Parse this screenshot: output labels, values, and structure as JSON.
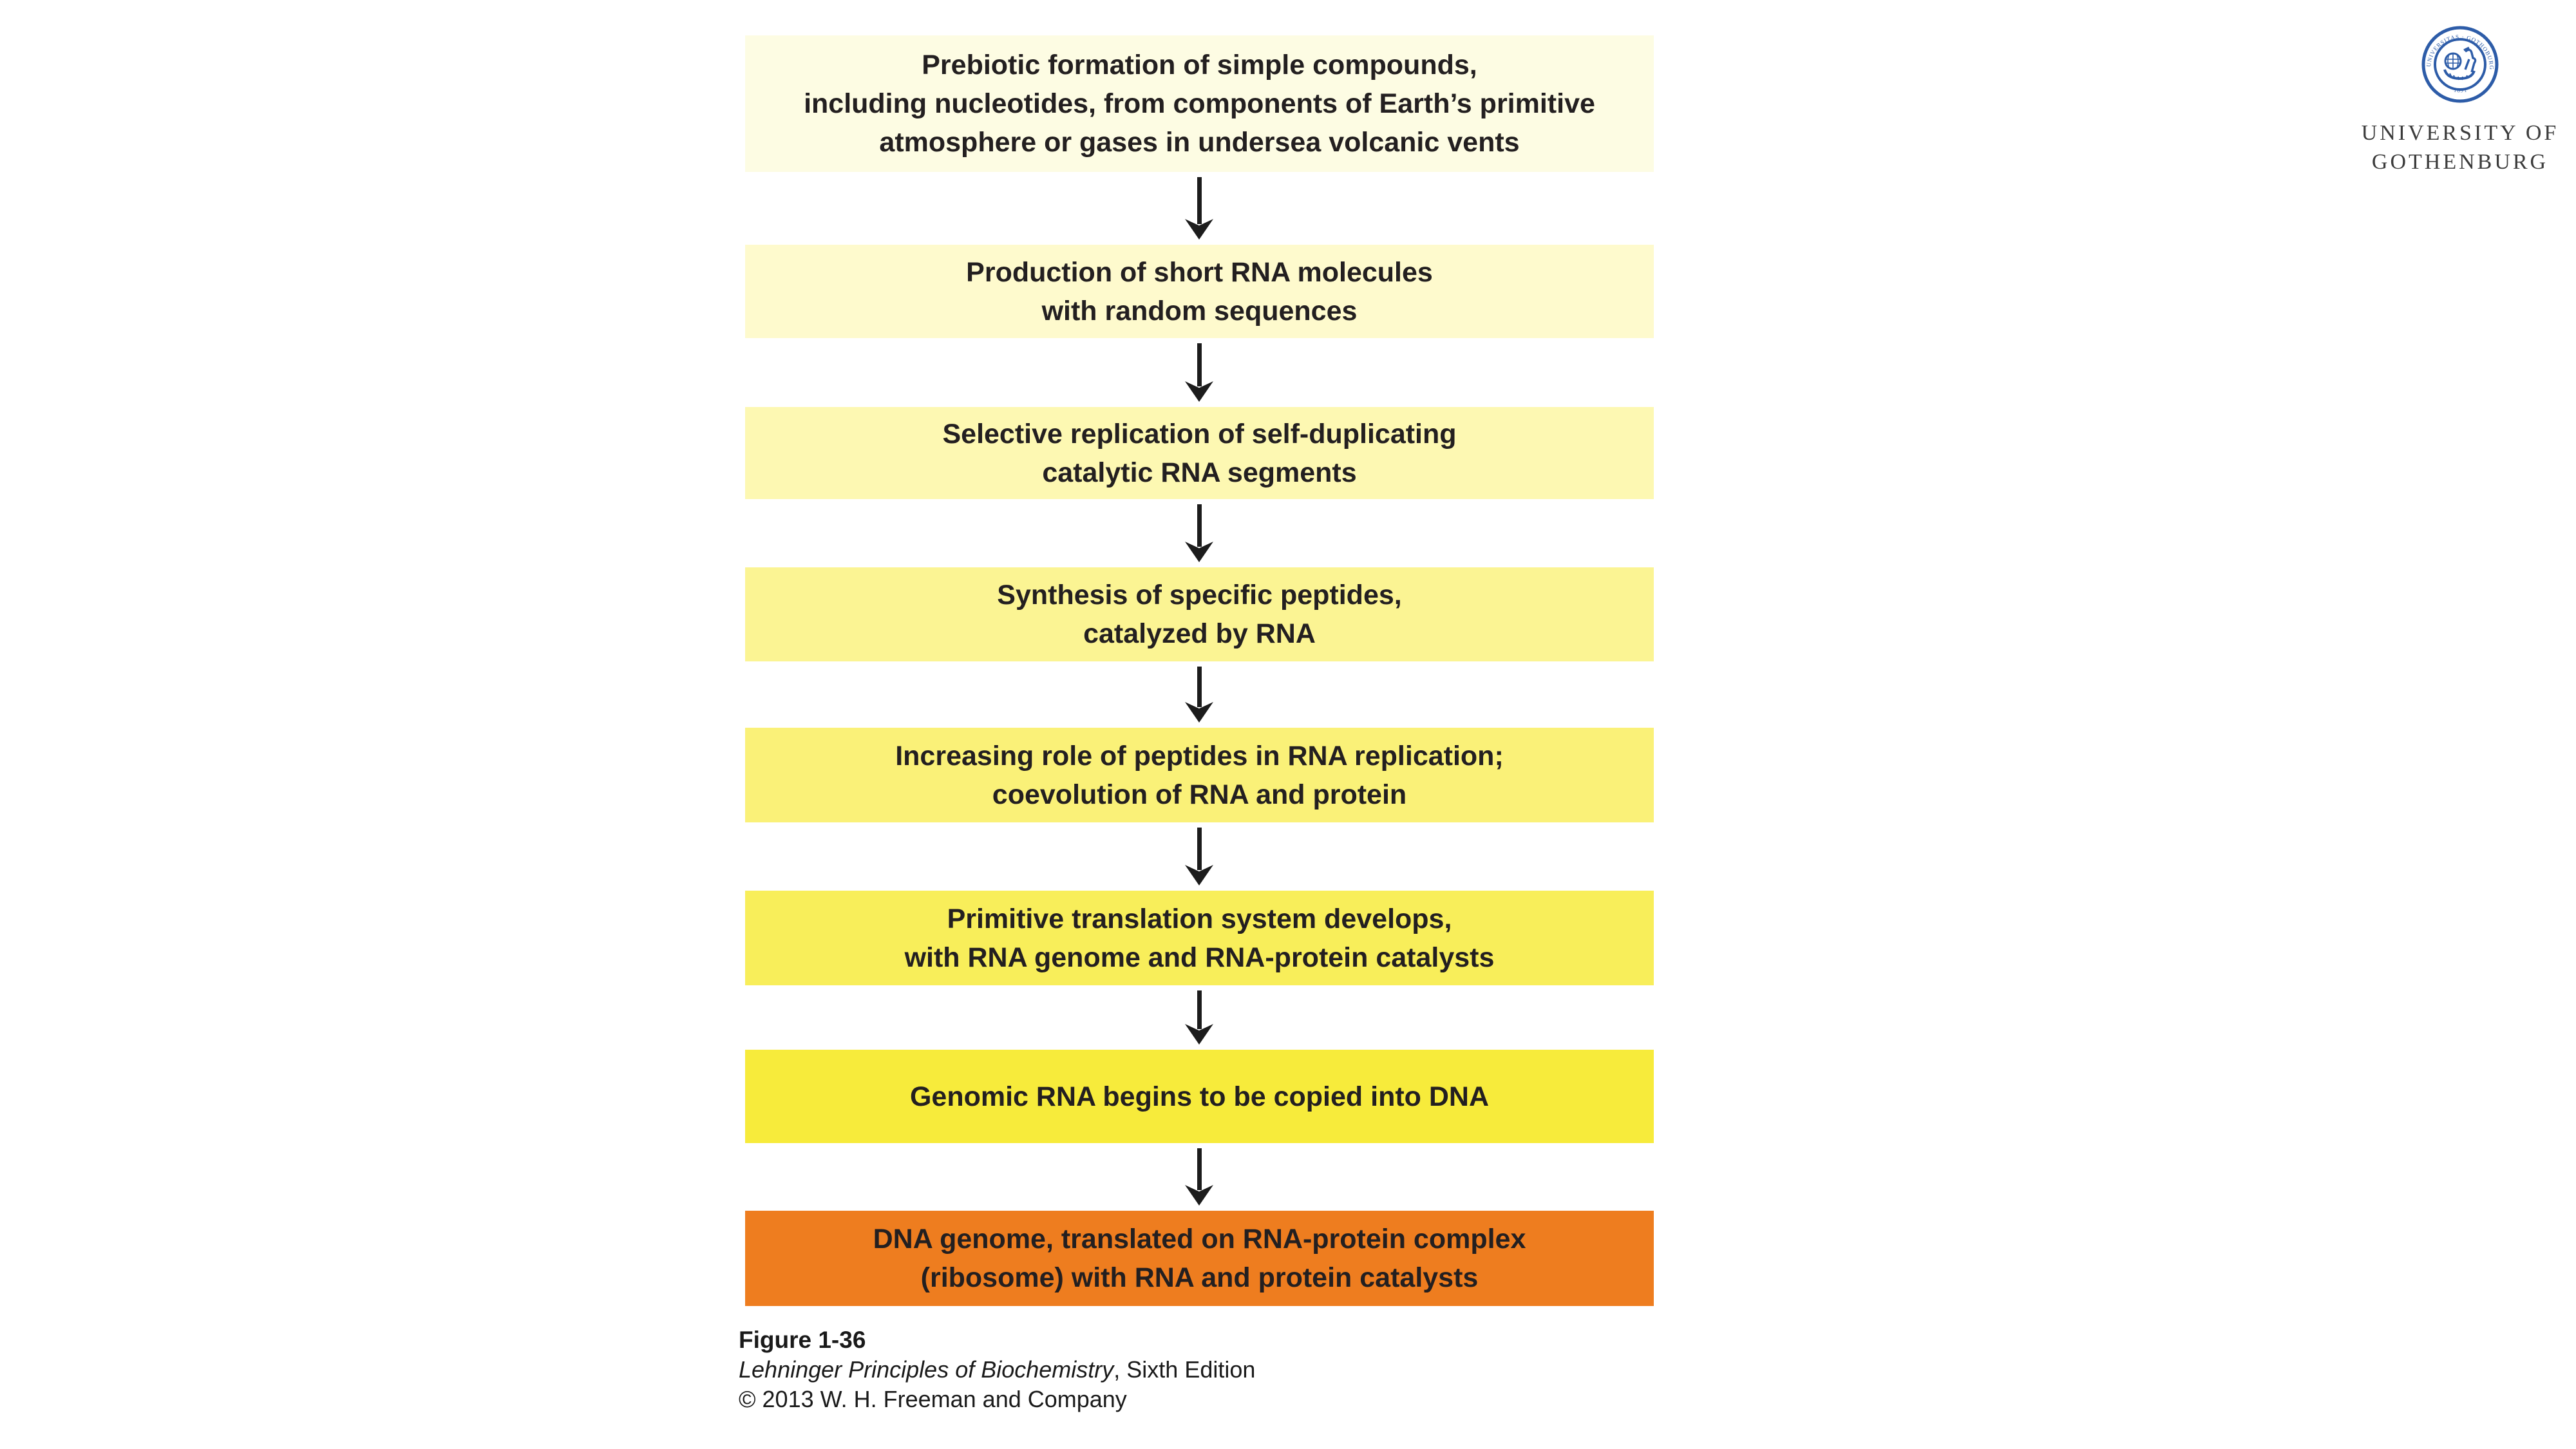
{
  "page": {
    "background": "#ffffff"
  },
  "flowchart": {
    "text_color": "#231f20",
    "arrow_color": "#1c1c1c",
    "steps": [
      {
        "label": "Prebiotic formation of simple compounds,\nincluding nucleotides, from components of Earth’s primitive\natmosphere or gases in undersea volcanic vents",
        "color": "#fdfce3"
      },
      {
        "label": "Production of short RNA molecules\nwith random sequences",
        "color": "#fefacd"
      },
      {
        "label": "Selective replication of self-duplicating\ncatalytic RNA segments",
        "color": "#fdf8b2"
      },
      {
        "label": "Synthesis of specific peptides,\ncatalyzed by RNA",
        "color": "#fbf493"
      },
      {
        "label": "Increasing role of peptides in RNA replication;\ncoevolution of RNA and protein",
        "color": "#faf178"
      },
      {
        "label": "Primitive translation system develops,\nwith RNA genome and RNA-protein catalysts",
        "color": "#f8ee5a"
      },
      {
        "label": "Genomic RNA begins to be copied into DNA",
        "color": "#f7eb3b"
      },
      {
        "label": "DNA genome, translated on RNA-protein complex\n(ribosome) with RNA and protein catalysts",
        "color": "#ee7d1f"
      }
    ]
  },
  "caption": {
    "text_color": "#1a1a1a",
    "figure": "Figure 1-36",
    "source_italic": "Lehninger Principles of Biochemistry",
    "source_rest": ", Sixth Edition",
    "copyright": "© 2013 W. H. Freeman and Company"
  },
  "logo": {
    "text_color": "#3b3b3b",
    "seal_color": "#2d5ca8",
    "seal_text_top": "UNIVERSITAS · GOTHOBURGENSIS",
    "seal_text_bottom": "· 1891 ·",
    "line1": "UNIVERSITY OF",
    "line2": "GOTHENBURG"
  }
}
